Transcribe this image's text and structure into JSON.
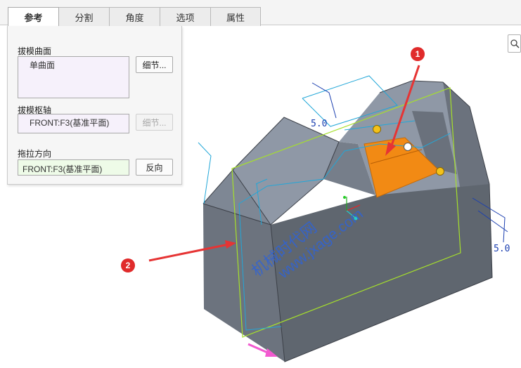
{
  "tabs": [
    {
      "label": "参考",
      "active": true
    },
    {
      "label": "分割",
      "active": false
    },
    {
      "label": "角度",
      "active": false
    },
    {
      "label": "选项",
      "active": false
    },
    {
      "label": "属性",
      "active": false
    }
  ],
  "panel": {
    "draft_surface": {
      "label": "拔模曲面",
      "value": "单曲面",
      "details_button": "细节..."
    },
    "draft_hinge": {
      "label": "拔模枢轴",
      "value": "FRONT:F3(基准平面)",
      "details_button": "细节..."
    },
    "pull_direction": {
      "label": "拖拉方向",
      "value": "FRONT:F3(基准平面)",
      "flip_button": "反向"
    }
  },
  "viewport": {
    "dimension_1": "5.0",
    "dimension_2": "5.0",
    "watermark_line1": "机械时代网",
    "watermark_line2": "www.jxage.com",
    "callout_1": "1",
    "callout_2": "2"
  },
  "colors": {
    "model_top": "#8e97a5",
    "model_front": "#6f7682",
    "model_right": "#5b626d",
    "selected_surface": "#f28a14",
    "datum_plane": "#a6e02b",
    "dimension": "#1b3fb0",
    "annotation_arrow": "#e63434",
    "watermark": "#2f63d6"
  }
}
